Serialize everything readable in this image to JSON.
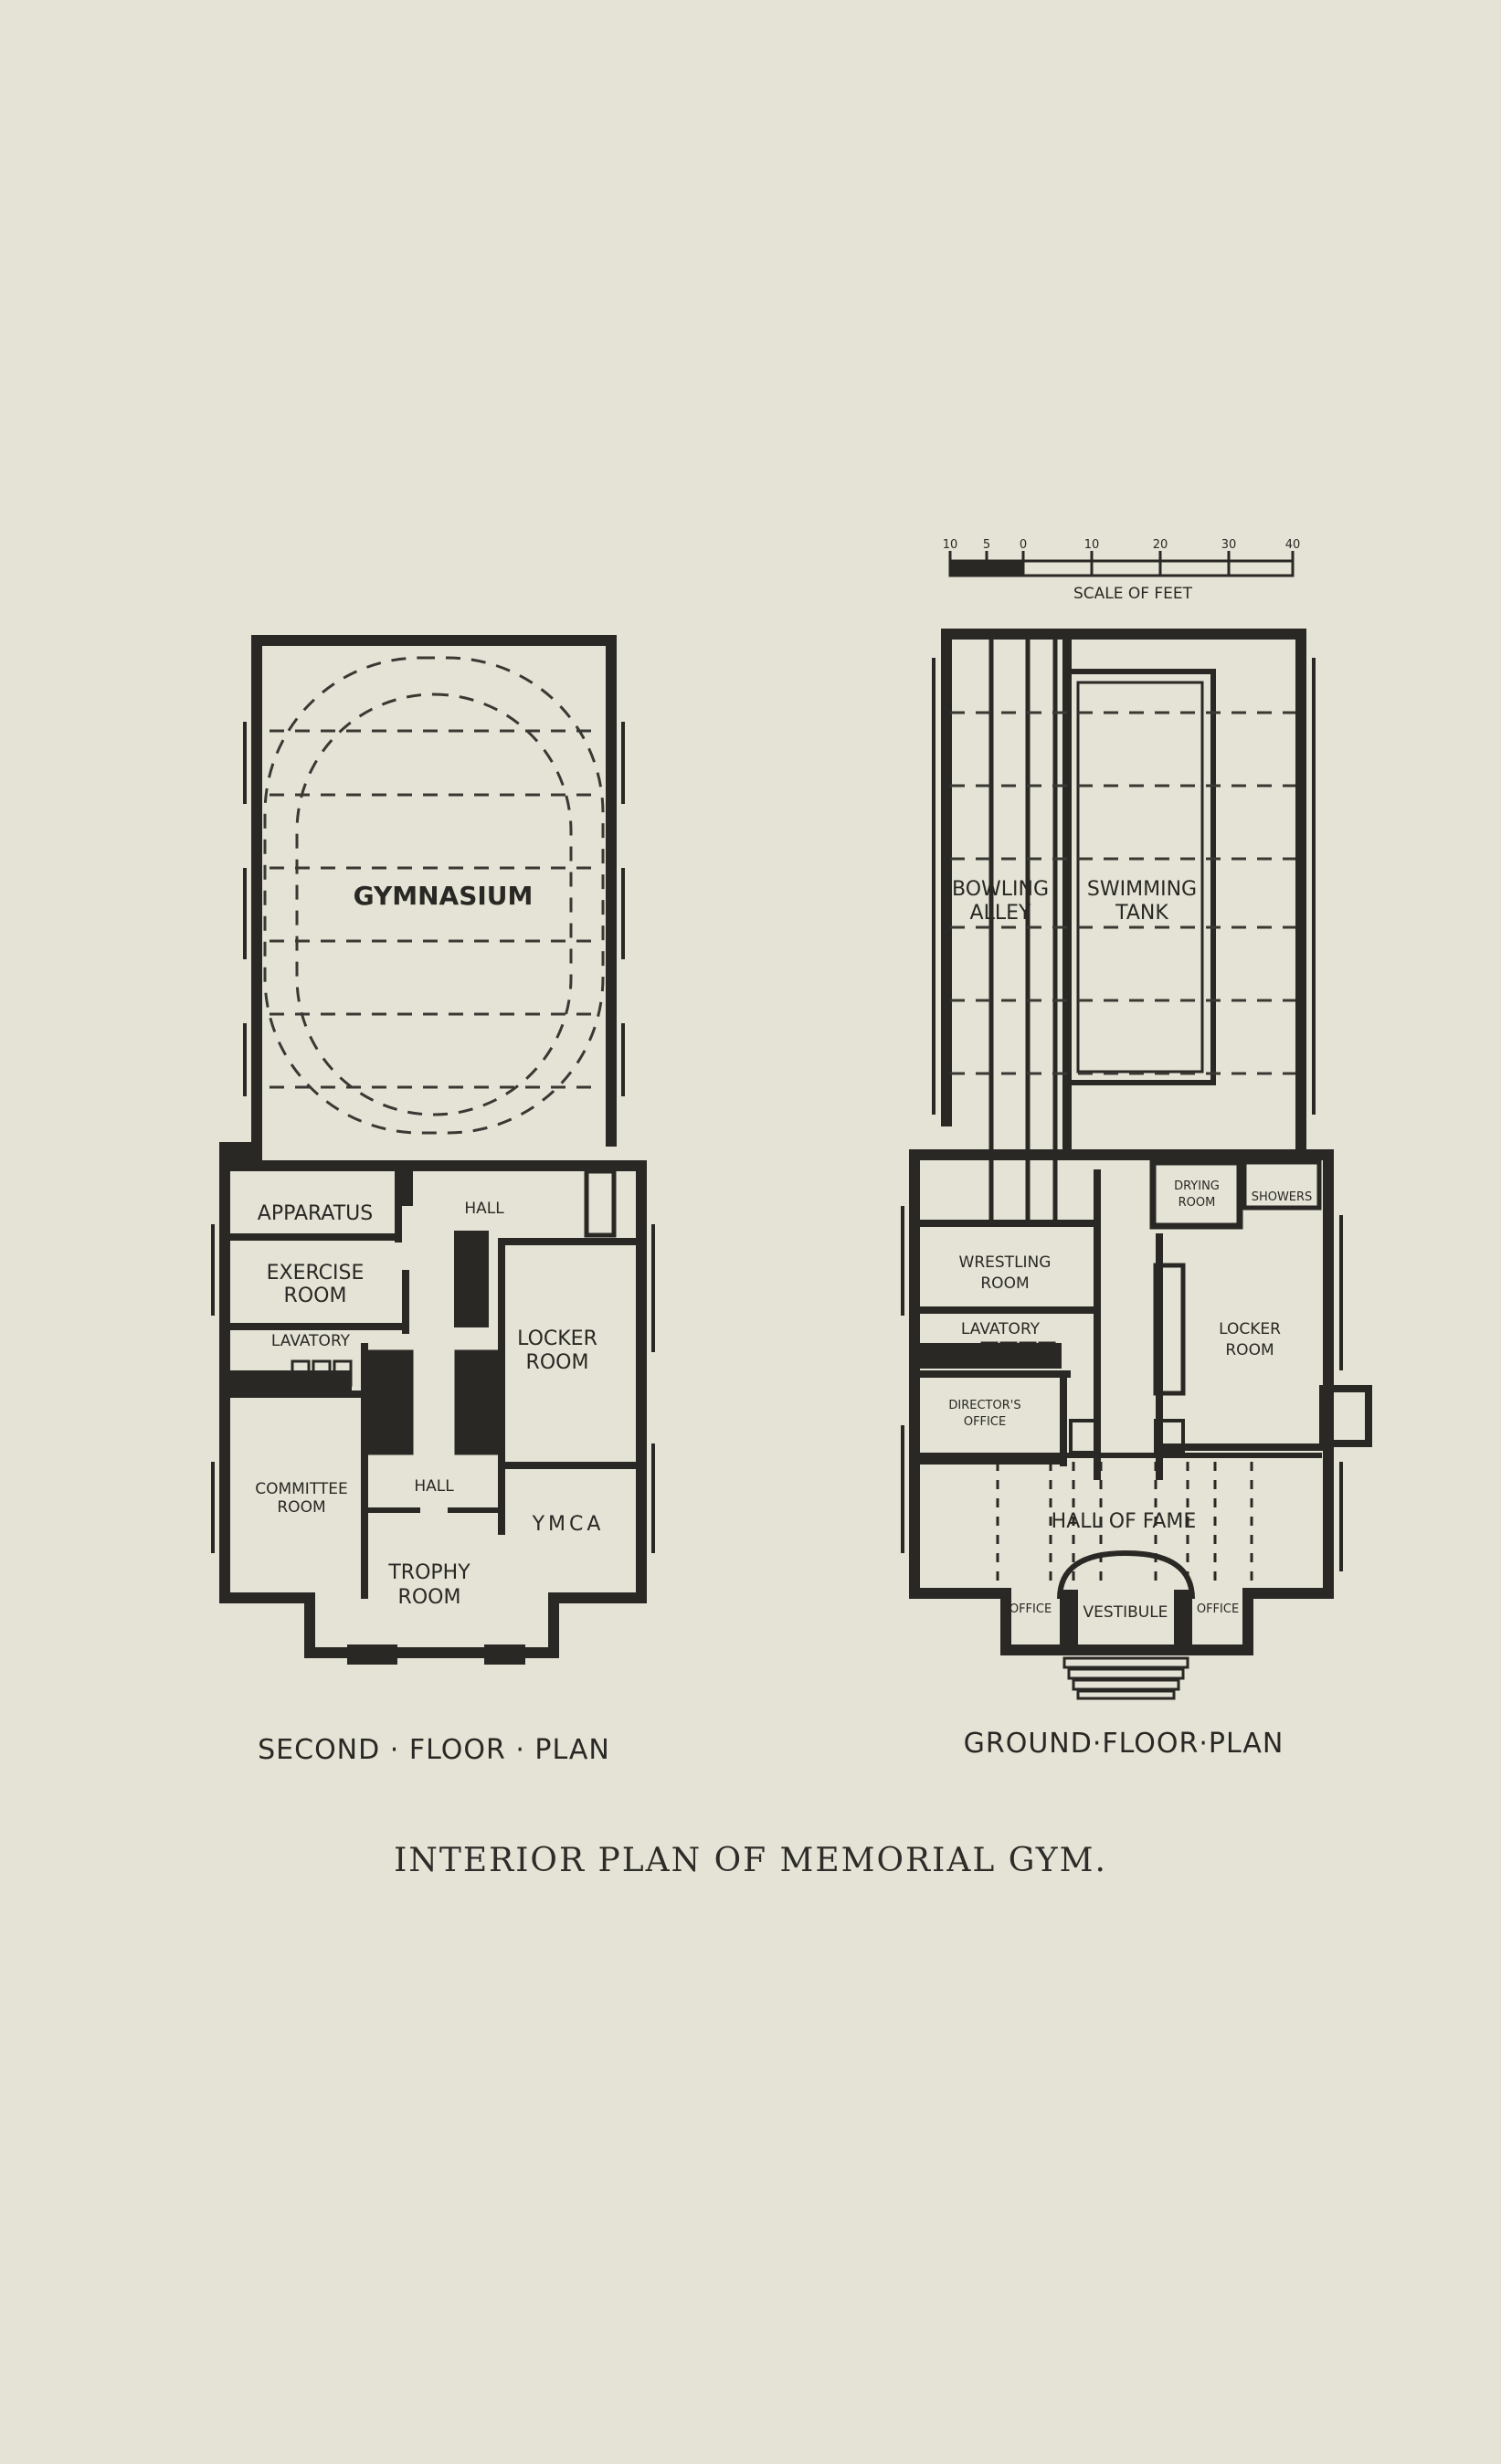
{
  "scale": {
    "label": "SCALE OF FEET",
    "ticks": [
      "10",
      "5",
      "0",
      "10",
      "20",
      "30",
      "40"
    ]
  },
  "second_floor": {
    "title": "SECOND · FLOOR · PLAN",
    "rooms": {
      "gymnasium": "GYMNASIUM",
      "apparatus": "APPARATUS",
      "hall_upper": "HALL",
      "exercise_line1": "EXERCISE",
      "exercise_line2": "ROOM",
      "lavatory": "LAVATORY",
      "locker_line1": "LOCKER",
      "locker_line2": "ROOM",
      "committee_line1": "COMMITTEE",
      "committee_line2": "ROOM",
      "hall_lower": "HALL",
      "ymca": "YMCA",
      "trophy_line1": "TROPHY",
      "trophy_line2": "ROOM"
    }
  },
  "ground_floor": {
    "title": "GROUND·FLOOR·PLAN",
    "rooms": {
      "bowling_line1": "BOWLING",
      "bowling_line2": "ALLEY",
      "swimming_line1": "SWIMMING",
      "swimming_line2": "TANK",
      "drying_line1": "DRYING",
      "drying_line2": "ROOM",
      "showers": "SHOWERS",
      "wrestling_line1": "WRESTLING",
      "wrestling_line2": "ROOM",
      "lavatory": "LAVATORY",
      "locker_line1": "LOCKER",
      "locker_line2": "ROOM",
      "directors_line1": "DIRECTOR'S",
      "directors_line2": "OFFICE",
      "hall_of_fame": "HALL OF FAME",
      "office_left": "OFFICE",
      "vestibule": "VESTIBULE",
      "office_right": "OFFICE"
    }
  },
  "caption": "INTERIOR PLAN OF MEMORIAL GYM."
}
